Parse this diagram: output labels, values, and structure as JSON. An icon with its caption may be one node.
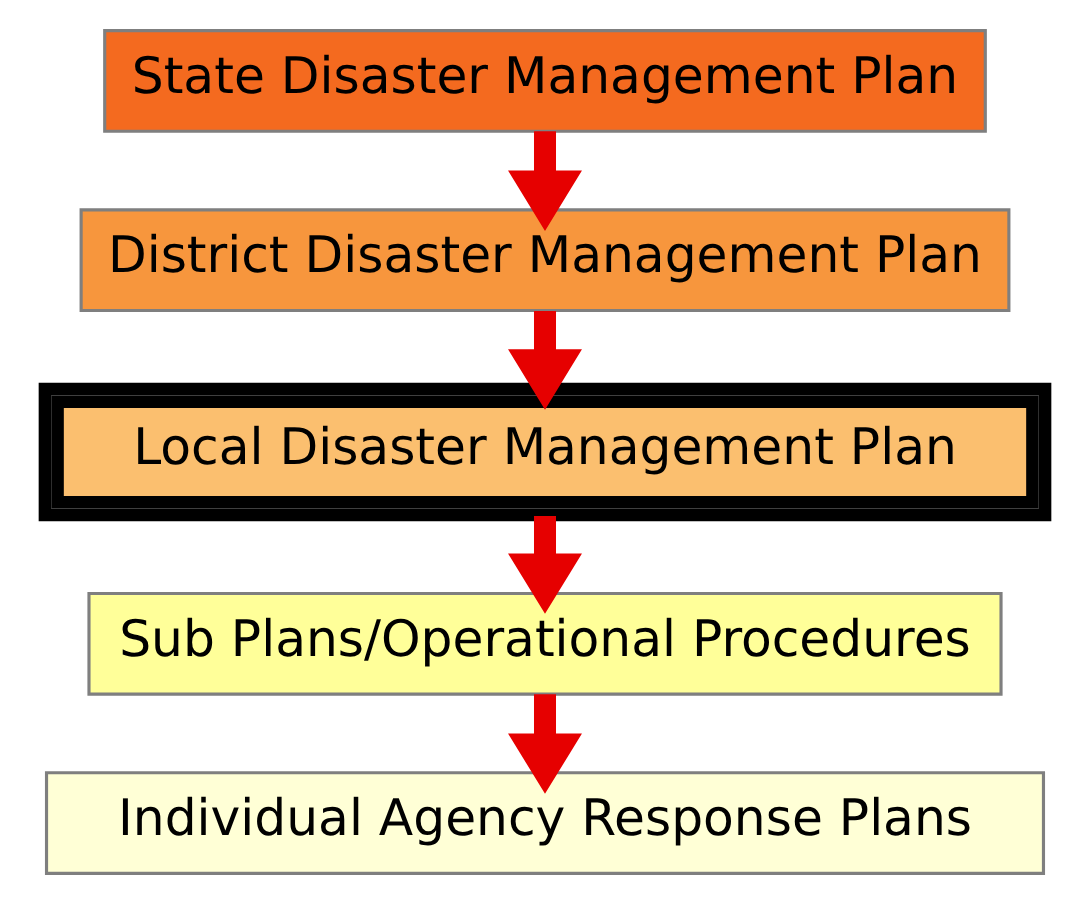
{
  "diagram": {
    "nodes": [
      {
        "text": [
          "State Disaster Management Plan"
        ]
      },
      {
        "text": [
          "District Disaster Management Plan"
        ]
      },
      {
        "text": [
          "Local Disaster Management Plan"
        ]
      },
      {
        "text": [
          "Sub Plans/Operational Procedures"
        ]
      },
      {
        "text": [
          "Individual Agency Response Plans"
        ]
      }
    ],
    "edges": [
      {
        "from": 0,
        "to": 1,
        "arrow": "to"
      },
      {
        "from": 1,
        "to": 2,
        "arrow": "to"
      },
      {
        "from": 2,
        "to": 3,
        "arrow": "to"
      },
      {
        "from": 3,
        "to": 4,
        "arrow": "to"
      }
    ]
  }
}
